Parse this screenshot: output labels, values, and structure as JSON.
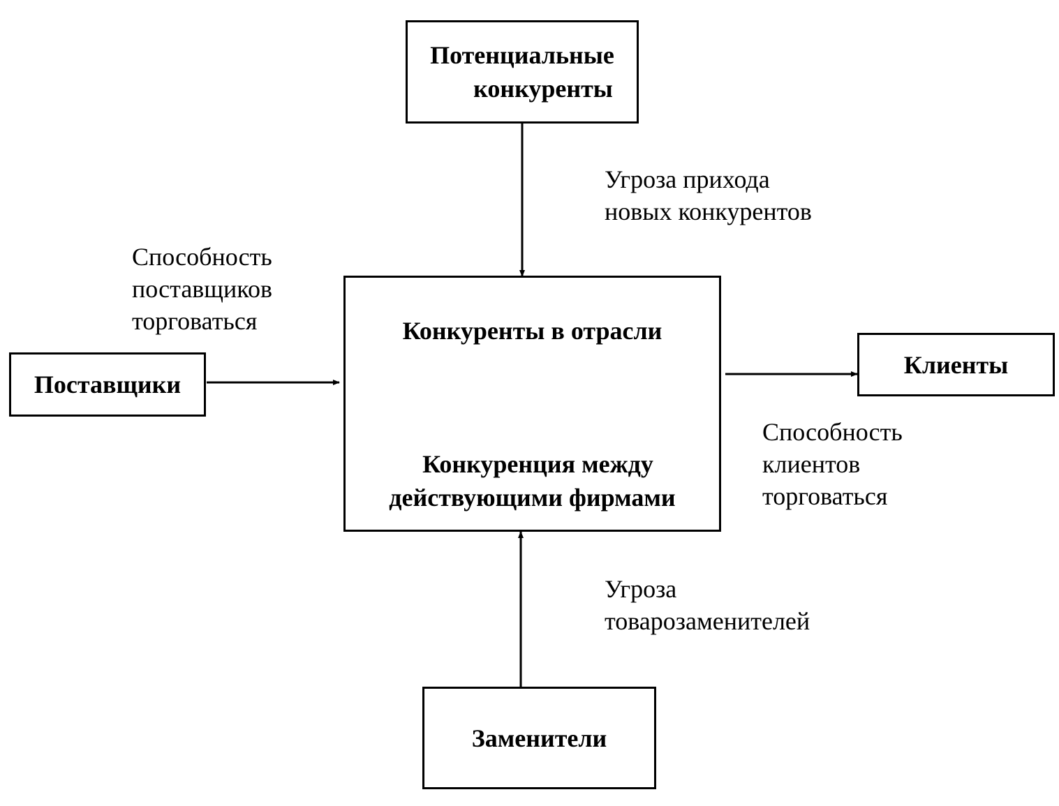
{
  "diagram": {
    "nodes": {
      "potential": {
        "lines": [
          "Потенциальные",
          "конкуренты"
        ]
      },
      "suppliers": {
        "label": "Поставщики"
      },
      "industry": {
        "title": "Конкуренты в отрасли",
        "subtitle_lines": [
          "Конкуренция между",
          "действующими фирмами"
        ]
      },
      "clients": {
        "label": "Клиенты"
      },
      "substitutes": {
        "label": "Заменители"
      }
    },
    "edges": {
      "new_entrants": {
        "lines": [
          "Угроза прихода",
          "новых конкурентов"
        ]
      },
      "suppliers_power": {
        "lines": [
          "Способность",
          "поставщиков",
          "торговаться"
        ]
      },
      "clients_power": {
        "lines": [
          "Способность",
          "клиентов",
          "торговаться"
        ]
      },
      "substitutes_threat": {
        "lines": [
          "Угроза",
          "товарозаменителей"
        ]
      }
    }
  }
}
